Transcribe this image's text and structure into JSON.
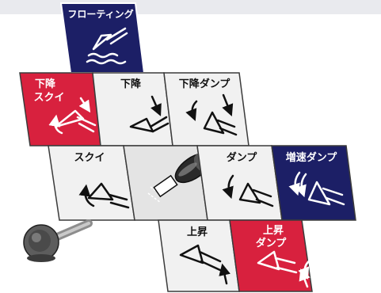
{
  "colors": {
    "navy": "#1c1f66",
    "red": "#d8213e",
    "light": "#f1f1f1",
    "mid": "#e4e4e4",
    "border": "#3b3b3b",
    "ink": "#111111"
  },
  "tiles": {
    "floating": {
      "label": "フローティング",
      "icon": "floating-bucket-icon"
    },
    "lower_curl": {
      "label_line1": "下降",
      "label_line2": "スクイ",
      "icon": "bucket-curl-down-icon"
    },
    "lower": {
      "label": "下降",
      "icon": "bucket-lower-icon"
    },
    "lower_dump": {
      "label": "下降ダンプ",
      "icon": "bucket-dump-down-icon"
    },
    "curl": {
      "label": "スクイ",
      "icon": "bucket-curl-icon"
    },
    "neutral": {
      "icon": "joystick-lever-icon"
    },
    "dump": {
      "label": "ダンプ",
      "icon": "bucket-dump-icon"
    },
    "speed_dump": {
      "label": "増速ダンプ",
      "icon": "bucket-speed-dump-icon"
    },
    "raise": {
      "label": "上昇",
      "icon": "bucket-raise-icon"
    },
    "raise_dump": {
      "label_line1": "上昇",
      "label_line2": "ダンプ",
      "icon": "bucket-raise-dump-icon"
    }
  },
  "joystick_knob": {
    "icon": "joystick-knob-icon"
  }
}
